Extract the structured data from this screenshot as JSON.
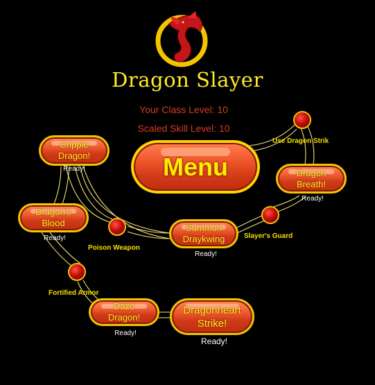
{
  "title": "Dragon Slayer",
  "class_level": "Your Class Level: 10",
  "scaled_level": "Scaled Skill Level: 10",
  "menu_label": "Menu",
  "ready_text": "Ready!",
  "colors": {
    "gold": "#f5c400",
    "title": "#ffee22",
    "info": "#d83a22",
    "button": "#e04a22"
  },
  "skills": {
    "cripple": "Cripple\nDragon!",
    "breath": "Dragon\nBreath!",
    "blood": "Dragon's\nBlood",
    "summon": "Summon\nDraykwing",
    "daze": "Daze\nDragon!",
    "heart": "Dragonheart\nStrike!"
  },
  "nodes": {
    "use_strike": "Use Dragon Strik",
    "slayer_guard": "Slayer's Guard",
    "poison": "Poison Weapon",
    "fortified": "Fortified Armor"
  },
  "logo_icon": "dragon-emblem-icon"
}
